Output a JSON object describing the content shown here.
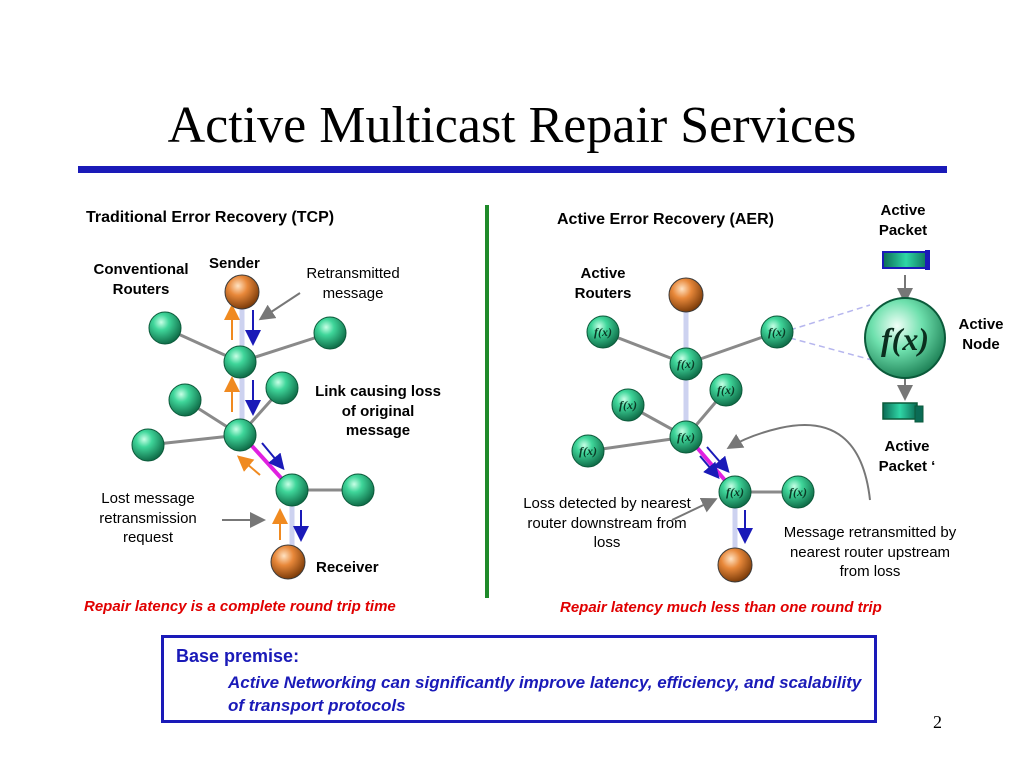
{
  "slide": {
    "title": "Active Multicast Repair Services",
    "page_number": "2"
  },
  "left_panel": {
    "heading": "Traditional Error Recovery (TCP)",
    "conventional_routers": "Conventional Routers",
    "sender": "Sender",
    "retransmitted_message": "Retransmitted message",
    "link_causing_loss": "Link causing loss of original message",
    "lost_message_request": "Lost message retransmission request",
    "receiver": "Receiver",
    "latency_note": "Repair latency is a complete round trip time"
  },
  "right_panel": {
    "heading": "Active Error Recovery (AER)",
    "active_routers": "Active Routers",
    "active_packet": "Active Packet",
    "active_node": "Active Node",
    "active_packet_prime": "Active Packet ‘",
    "loss_detected": "Loss detected by nearest router downstream from loss",
    "message_retransmitted": "Message retransmitted by nearest router upstream from loss",
    "latency_note": "Repair latency much less than one round trip",
    "function_symbol": "f(x)"
  },
  "premise": {
    "heading": "Base premise:",
    "body": "Active Networking can significantly improve latency, efficiency, and scalability of transport protocols"
  },
  "colors": {
    "title_rule": "#1a1ab8",
    "divider": "#1f8a2a",
    "router_green": "#2fc48a",
    "endpoint_orange": "#e8883a",
    "loss_link": "#e020e0",
    "arrow_blue": "#1a1ab8",
    "arrow_orange": "#f08a20",
    "note_red": "#e00000"
  }
}
